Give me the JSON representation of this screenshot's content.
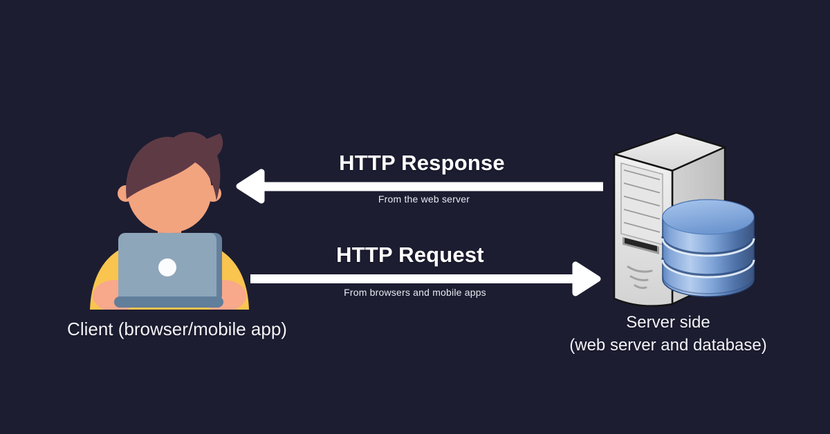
{
  "client": {
    "label": "Client (browser/mobile app)"
  },
  "server": {
    "label_line1": "Server side",
    "label_line2": "(web server and database)"
  },
  "flows": {
    "response": {
      "title": "HTTP Response",
      "subtitle": "From the web server",
      "direction": "left"
    },
    "request": {
      "title": "HTTP Request",
      "subtitle": "From browsers and mobile apps",
      "direction": "right"
    }
  },
  "icons": {
    "client": "person-at-laptop-icon",
    "server": "server-tower-icon",
    "database": "database-cylinder-icon",
    "response_arrow": "arrow-left-icon",
    "request_arrow": "arrow-right-icon"
  },
  "colors": {
    "background": "#1C1D31",
    "arrow": "#FFFFFF",
    "heading_text": "#FFFFFF",
    "subtitle_text": "#E8E9F0",
    "label_text": "#F2F2F6",
    "skin": "#F2A47F",
    "hand": "#F8A88B",
    "hair": "#5E3A45",
    "sweater": "#F9C54F",
    "sweater_shade": "#F5A14C",
    "laptop_lid": "#8EA6BA",
    "laptop_base": "#617E9B",
    "server_gray": "#D9D9D9",
    "database_blue": "#6F9AD4"
  }
}
